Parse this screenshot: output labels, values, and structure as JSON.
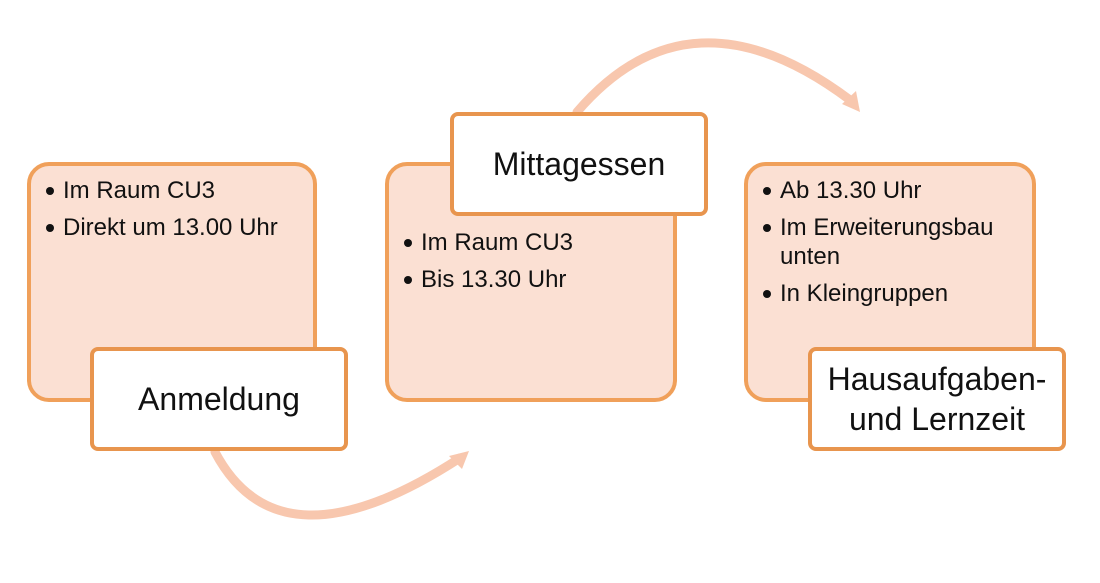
{
  "colors": {
    "card_fill": "#fbe0d3",
    "card_border": "#f0a05a",
    "label_border": "#e8954e",
    "arrow": "#f8c7ae"
  },
  "steps": [
    {
      "title": "Anmeldung",
      "bullets": [
        "Im Raum CU3",
        "Direkt um 13.00 Uhr"
      ]
    },
    {
      "title": "Mittagessen",
      "bullets": [
        "Im Raum CU3",
        "Bis 13.30 Uhr"
      ]
    },
    {
      "title_lines": [
        "Hausaufgaben-",
        "und Lernzeit"
      ],
      "bullets": [
        "Ab 13.30 Uhr",
        "Im Erweiterungsbau unten",
        "In Kleingruppen"
      ]
    }
  ]
}
